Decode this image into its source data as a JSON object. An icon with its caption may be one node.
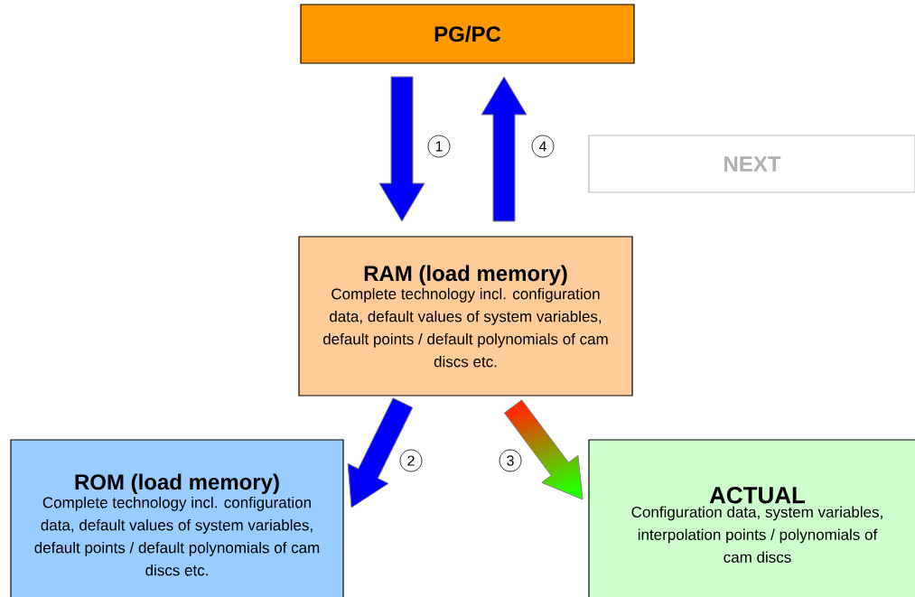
{
  "diagram": {
    "nodes": [
      {
        "text": [
          "PG/PC"
        ]
      },
      {
        "text": [
          "NEXT"
        ]
      },
      {
        "text": [
          "RAM (load memory)",
          "Complete technology incl. configuration data, default values of system variables, default points / default polynomials of cam discs etc."
        ]
      },
      {
        "text": [
          "ROM (load memory)",
          "Complete technology incl. configuration data, default values of system variables, default points / default polynomials of cam discs etc."
        ]
      },
      {
        "text": [
          "ACTUAL",
          "Configuration data, system variables, interpolation points / polynomials of cam discs"
        ]
      }
    ],
    "edges": [
      {
        "from": 0,
        "to": 2,
        "arrow": "to",
        "label": "1",
        "style": "thick"
      },
      {
        "from": 2,
        "to": 0,
        "arrow": "to",
        "label": "4",
        "style": "thick"
      },
      {
        "from": 2,
        "to": 3,
        "arrow": "to",
        "label": "2",
        "style": "thick"
      },
      {
        "from": 2,
        "to": 4,
        "arrow": "to",
        "label": "3",
        "style": "thick",
        "color": "#ff2a00"
      }
    ]
  }
}
